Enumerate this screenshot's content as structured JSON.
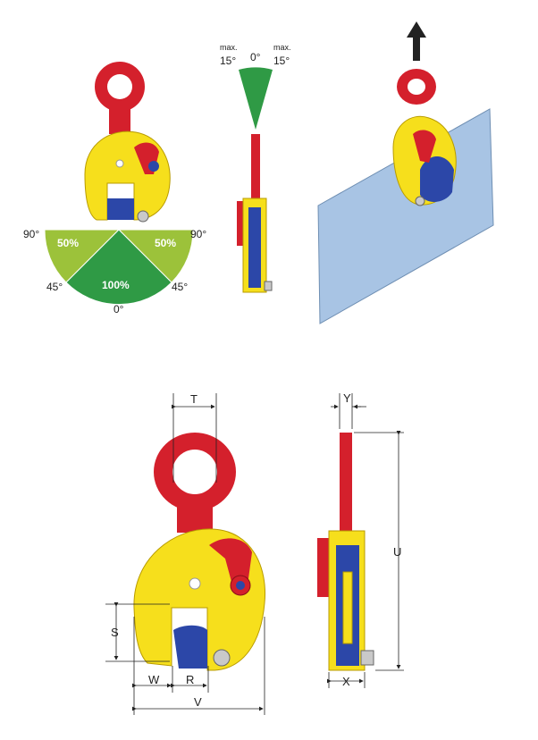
{
  "front_load_chart": {
    "labels_deg": {
      "left90": "90°",
      "right90": "90°",
      "left45": "45°",
      "right45": "45°",
      "bottom0": "0°"
    },
    "capacities": {
      "left": "50%",
      "right": "50%",
      "center": "100%"
    }
  },
  "side_tilt": {
    "left_top": "max.",
    "left_val": "15°",
    "center_val": "0°",
    "right_top": "max.",
    "right_val": "15°"
  },
  "dimensions": {
    "T": "T",
    "S": "S",
    "W": "W",
    "R": "R",
    "V": "V",
    "Y": "Y",
    "U": "U",
    "X": "X"
  },
  "colors": {
    "yellow": "#f6df1c",
    "red": "#d4202c",
    "blue": "#2c47a8",
    "green_dark": "#2f9a45",
    "green_light": "#9cc23a",
    "plate": "#a8c4e4"
  }
}
